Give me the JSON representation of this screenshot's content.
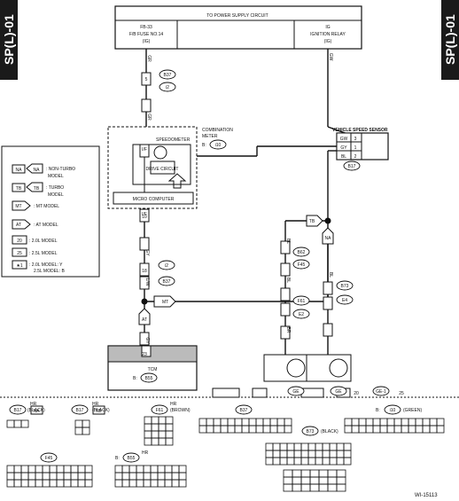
{
  "section_tab": "SP(L)-01",
  "figure_code": "WI-15113",
  "power": {
    "header": "TO POWER SUPPLY CIRCUIT",
    "left_l1": "FB-33",
    "left_l2": "F/B FUSE NO.14",
    "left_l3": "(IG)",
    "right_l1": "IG",
    "right_l2": "IGNITION RELAY",
    "right_l3": "(IG)"
  },
  "wires": {
    "gr": "GR",
    "gw": "GW",
    "gy": "GY",
    "bl": "BL",
    "lw": "L/W",
    "br": "BR",
    "rw": "R/W",
    "gy_br": "GY/BR"
  },
  "pins": {
    "p1": "1",
    "p2": "2",
    "p3": "3",
    "p5": "5",
    "p7": "7",
    "p10": "10",
    "p15": "15",
    "p16": "16",
    "p18": "18",
    "p23": "23"
  },
  "connectors": {
    "b37": "B37",
    "i2": "i2",
    "i10": "i10",
    "b17": "B17",
    "b62": "B62",
    "f45": "F45",
    "f61": "F61",
    "e2": "E2",
    "b73": "B73",
    "e4": "E4",
    "b55": "B55",
    "ge": "GE",
    "ge1": "GE-1"
  },
  "meter": {
    "label_l1": "COMBINATION",
    "label_l2": "METER",
    "label_b": "B:",
    "speedometer": "SPEEDOMETER",
    "drive_circuit": "DRIVE CIRCUIT",
    "micro_computer": "MICRO COMPUTER",
    "if_label": "I/F"
  },
  "vss": {
    "title": "VEHICLE SPEED SENSOR"
  },
  "tcm": {
    "title": "TCM",
    "b": "B:"
  },
  "legend": {
    "na_tag": "NA",
    "na_desc_l1": ": NON-TURBO",
    "na_desc_l2": "MODEL",
    "tb_tag": "TB",
    "tb_desc_l1": ": TURBO",
    "tb_desc_l2": "MODEL",
    "mt_tag": "MT",
    "mt_desc": ": MT MODEL",
    "at_tag": "AT",
    "at_desc": ": AT MODEL",
    "n20": "20",
    "d20": ": 2.0L MODEL",
    "n25": "25",
    "d25": ": 2.5L MODEL",
    "star": "★1",
    "star_desc_l1": ": 2.0L MODEL: Y",
    "star_desc_l2": "2.5L MODEL: B"
  },
  "ground_tags": {
    "n20": "20",
    "n25": "25"
  },
  "bottom": {
    "b17_hr": "HR",
    "black": "(BLACK)",
    "na": "NA",
    "tb": "TB",
    "f61_hr": "HR",
    "brown": "(BROWN)",
    "b55_prefix": "B:",
    "b55_hr": "HR",
    "b73_black": "(BLACK)",
    "i10_prefix": "B:",
    "green": "(GREEN)"
  }
}
